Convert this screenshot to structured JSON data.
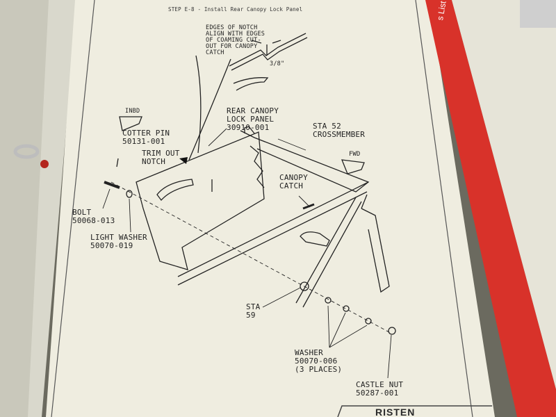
{
  "page": {
    "step_title": "STEP E-8 - Install Rear Canopy Lock Panel",
    "side_tab_text": "s List",
    "logo_text": "RISTEN"
  },
  "callouts": {
    "notch_note": "EDGES OF NOTCH\nALIGN WITH EDGES\nOF COAMING CUT-\nOUT FOR CANOPY\nCATCH",
    "dimension": "3/8\"",
    "inbd": "INBD",
    "cotter_pin": "COTTER PIN\n50131-001",
    "trim_out_notch": "TRIM OUT\nNOTCH",
    "rear_canopy_lock_panel": "REAR CANOPY\nLOCK PANEL\n30910-001",
    "sta52_crossmember": "STA 52\nCROSSMEMBER",
    "fwd": "FWD",
    "canopy_catch": "CANOPY\nCATCH",
    "bolt": "BOLT\n50068-013",
    "light_washer": "LIGHT WASHER\n50070-019",
    "sta59": "STA\n59",
    "washer": "WASHER\n50070-006\n(3 PLACES)",
    "castle_nut": "CASTLE NUT\n50287-001"
  }
}
